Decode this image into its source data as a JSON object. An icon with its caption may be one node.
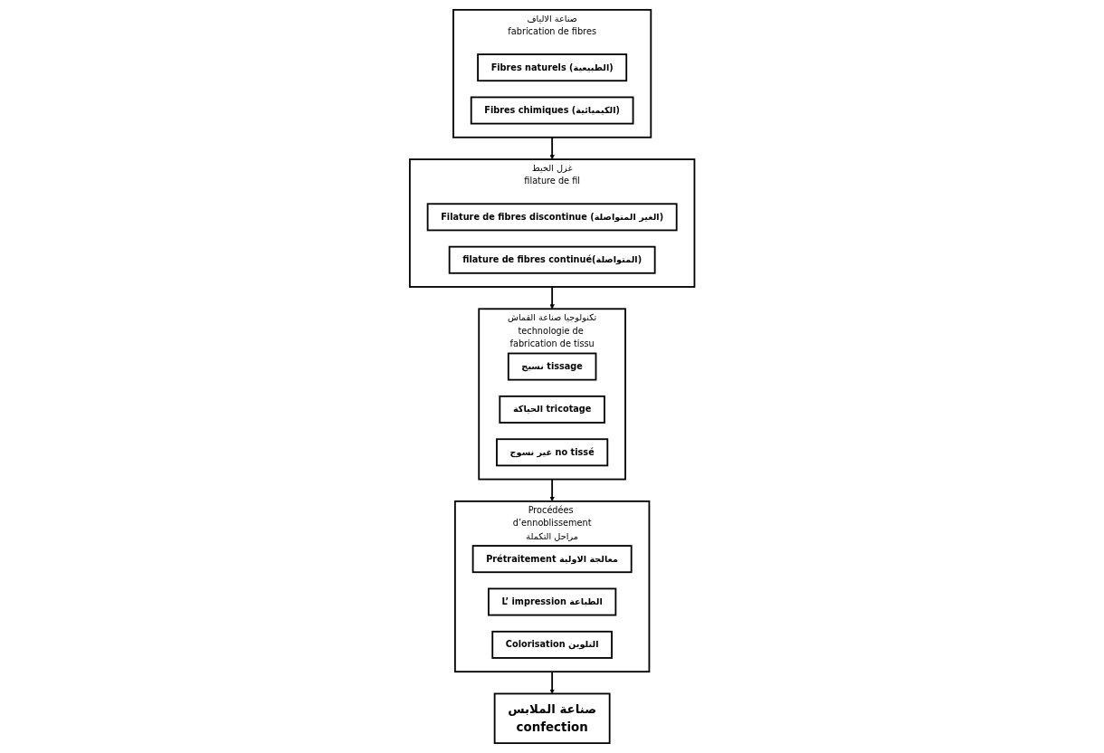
{
  "diagram": {
    "nodes": [
      {
        "text": [
          "صناعة الالياف",
          "fabrication de fibres"
        ]
      },
      {
        "text": [
          "Fibres naturels (الطبيعية)"
        ],
        "in": 0
      },
      {
        "text": [
          "Fibres chimiques (الكيميائية)"
        ],
        "in": 0
      },
      {
        "text": [
          "غزل الخيط",
          "filature de fil"
        ]
      },
      {
        "text": [
          "Filature de fibres discontinue (الغير المتواصلة)"
        ],
        "in": 3
      },
      {
        "text": [
          "filature de fibres continué(المتواصلة)"
        ],
        "in": 3
      },
      {
        "text": [
          "تكنولوجيا صناعة القماش",
          "technologie de fabrication de tissu"
        ]
      },
      {
        "text": [
          "نسيج tissage"
        ],
        "in": 6
      },
      {
        "text": [
          "الحياكة tricotage"
        ],
        "in": 6
      },
      {
        "text": [
          "غير نسوج no tissé"
        ],
        "in": 6
      },
      {
        "text": [
          "Procédées d’ennoblissement",
          "مراحل التكملة"
        ]
      },
      {
        "text": [
          "Prétraitement معالجة الاولية"
        ],
        "in": 10
      },
      {
        "text": [
          "L’ impression الطباعة"
        ],
        "in": 10
      },
      {
        "text": [
          "Colorisation التلوين"
        ],
        "in": 10
      },
      {
        "text": [
          "صناعة الملابس",
          "confection"
        ]
      }
    ],
    "edges": [
      {
        "from": 0,
        "to": 3,
        "arrow": "to"
      },
      {
        "from": 3,
        "to": 6,
        "arrow": "to"
      },
      {
        "from": 6,
        "to": 10,
        "arrow": "to"
      },
      {
        "from": 10,
        "to": 14,
        "arrow": "to"
      }
    ]
  }
}
